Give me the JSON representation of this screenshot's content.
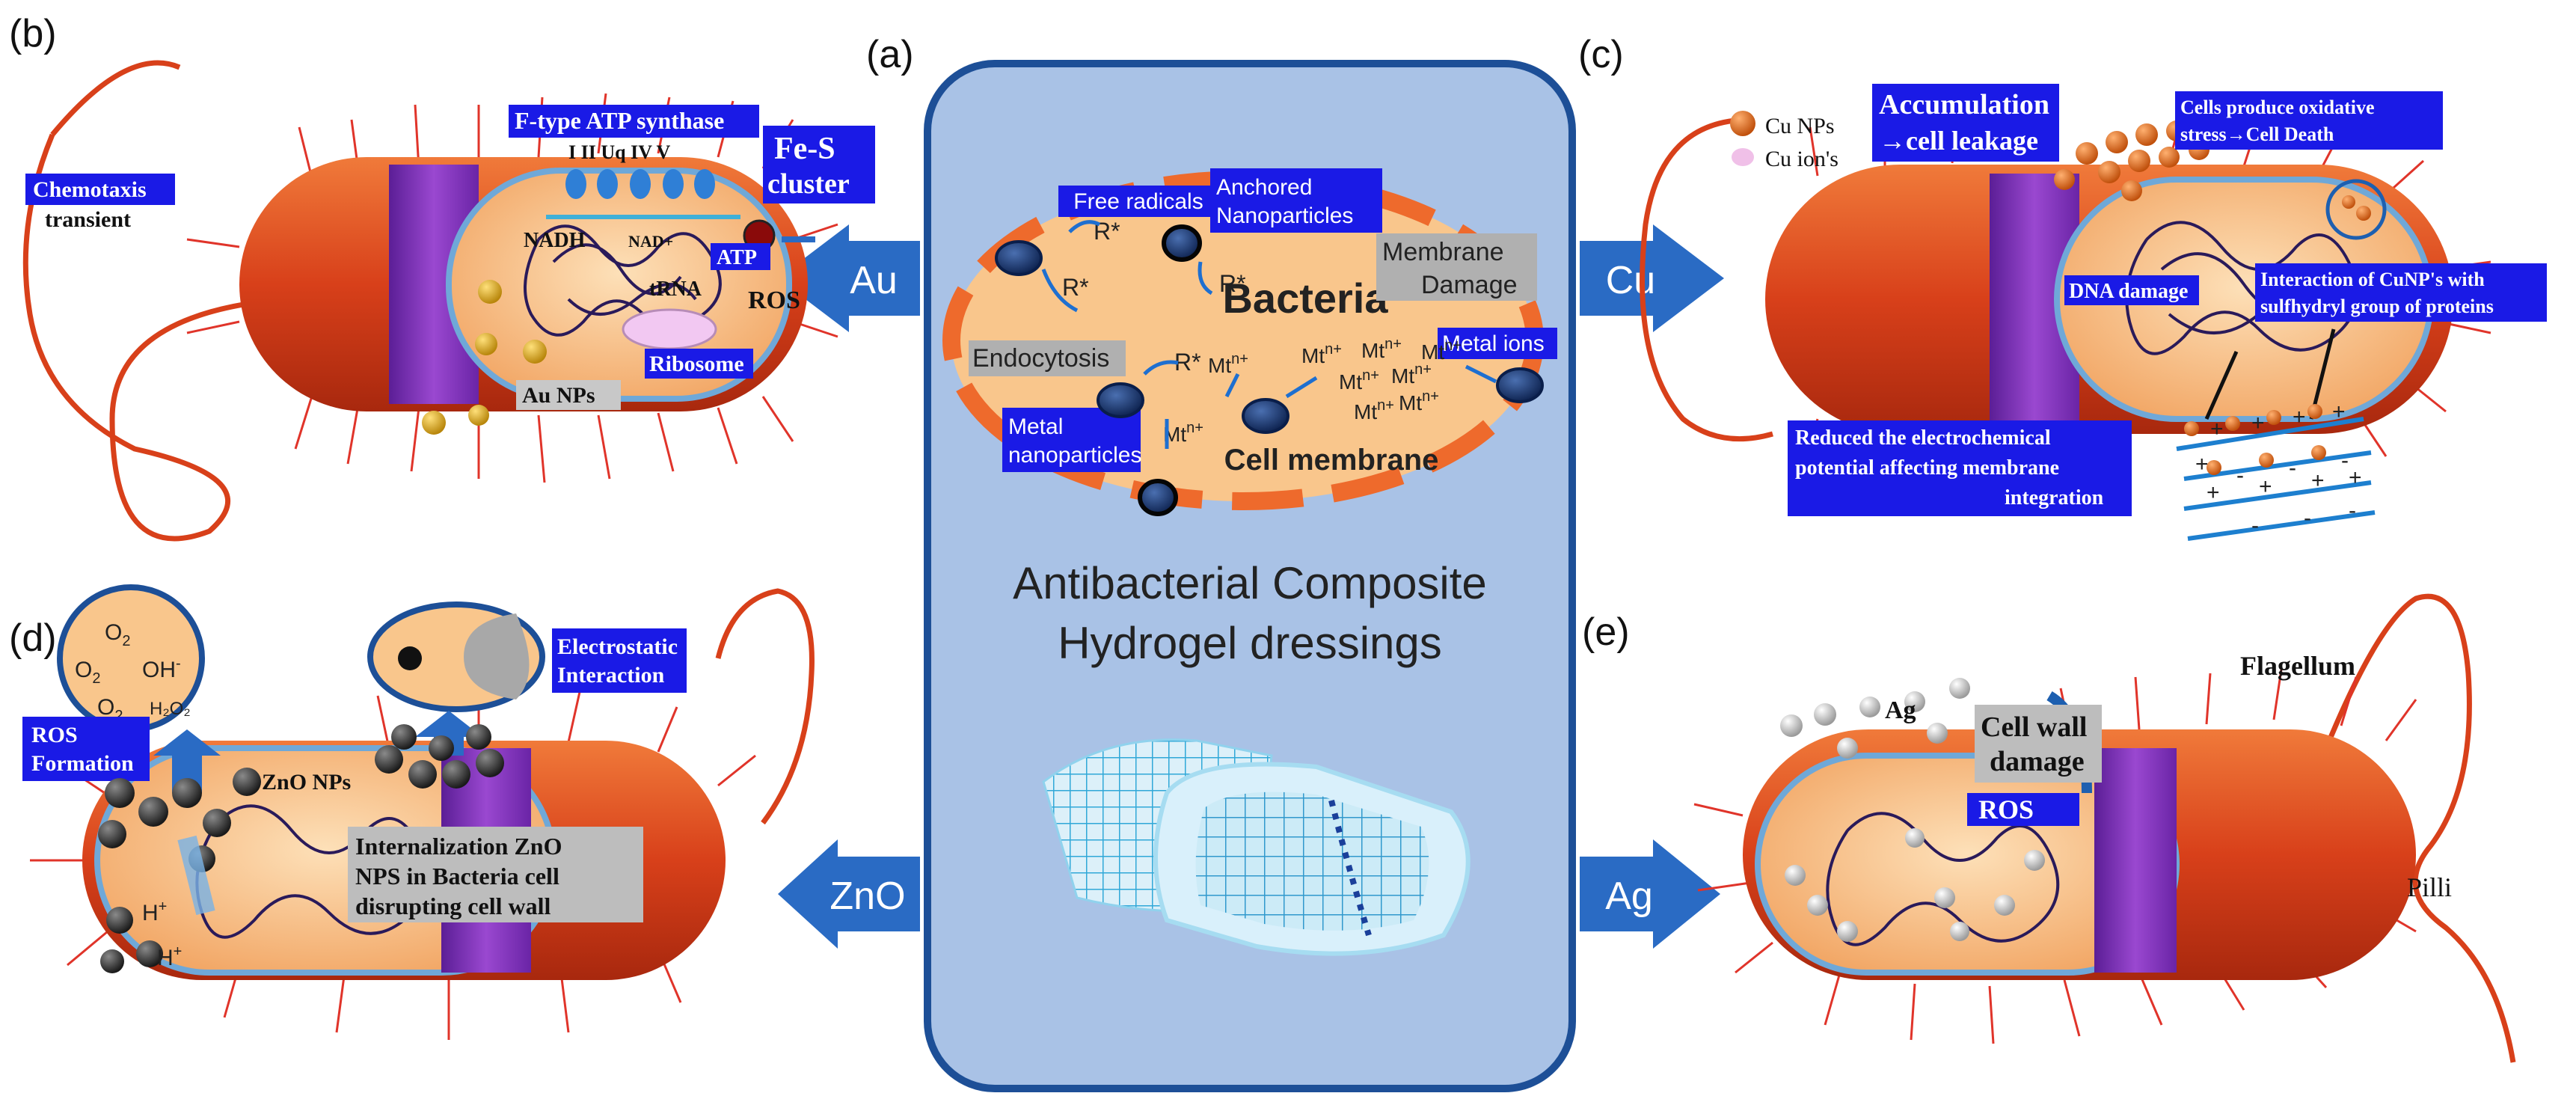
{
  "panels": {
    "a": "(a)",
    "b": "(b)",
    "c": "(c)",
    "d": "(d)",
    "e": "(e)"
  },
  "center": {
    "title_line1": "Antibacterial Composite",
    "title_line2": "Hydrogel dressings",
    "bacteria": "Bacteria",
    "free_radicals": "Free radicals",
    "anchored_1": "Anchored",
    "anchored_2": "Nanoparticles",
    "membrane_1": "Membrane",
    "membrane_2": "Damage",
    "endocytosis": "Endocytosis",
    "metal_nano_1": "Metal",
    "metal_nano_2": "nanoparticles",
    "metal_ions": "Metal ions",
    "cell_membrane": "Cell membrane",
    "r_star": "R*",
    "mt": "Mt",
    "mt_sup": "n+"
  },
  "arrows": {
    "au": "Au",
    "cu": "Cu",
    "zno": "ZnO",
    "ag": "Ag"
  },
  "panel_b": {
    "chemotaxis": "Chemotaxis",
    "transient": "transient",
    "atp_synthase": "F-type ATP synthase",
    "complexes": "I  II Uq IV V",
    "fes_1": "Fe-S",
    "fes_2": "cluster",
    "nadh": "NADH",
    "nad": "NAD+",
    "atp": "ATP",
    "ros": "ROS",
    "trna": "tRNA",
    "ribosome": "Ribosome",
    "au_nps": "Au NPs"
  },
  "panel_c": {
    "cu_nps": "Cu NPs",
    "cu_ions": "Cu ion's",
    "accum_1": "Accumulation",
    "accum_2": "→cell leakage",
    "oxid_1": "Cells produce oxidative",
    "oxid_2": "stress→Cell Death",
    "inter_1": "Interaction of CuNP's with",
    "inter_2": "sulfhydryl group of proteins",
    "dna": "DNA damage",
    "reduced_1": "Reduced the electrochemical",
    "reduced_2": "potential affecting membrane",
    "reduced_3": "integration"
  },
  "panel_d": {
    "ros_1": "ROS",
    "ros_2": "Formation",
    "electro_1": "Electrostatic",
    "electro_2": "Interaction",
    "zno_nps": "ZnO NPs",
    "intern_1": "Internalization ZnO",
    "intern_2": "NPS in Bacteria cell",
    "intern_3": "disrupting cell wall",
    "o2": "O",
    "oh": "OH",
    "h2o2": "H₂O₂",
    "h": "H"
  },
  "panel_e": {
    "flagellum": "Flagellum",
    "pilli": "Pilli",
    "ag": "Ag",
    "wall_1": "Cell wall",
    "wall_2": "damage",
    "ros": "ROS"
  },
  "colors": {
    "label_blue": "#1a1ae6",
    "arrow_blue": "#2a6bc4",
    "center_bg": "#a9c2e6",
    "bacteria_red": "#d9411c",
    "cytoplasm": "#f8c28a",
    "membrane_purple": "#7b2bb0"
  }
}
